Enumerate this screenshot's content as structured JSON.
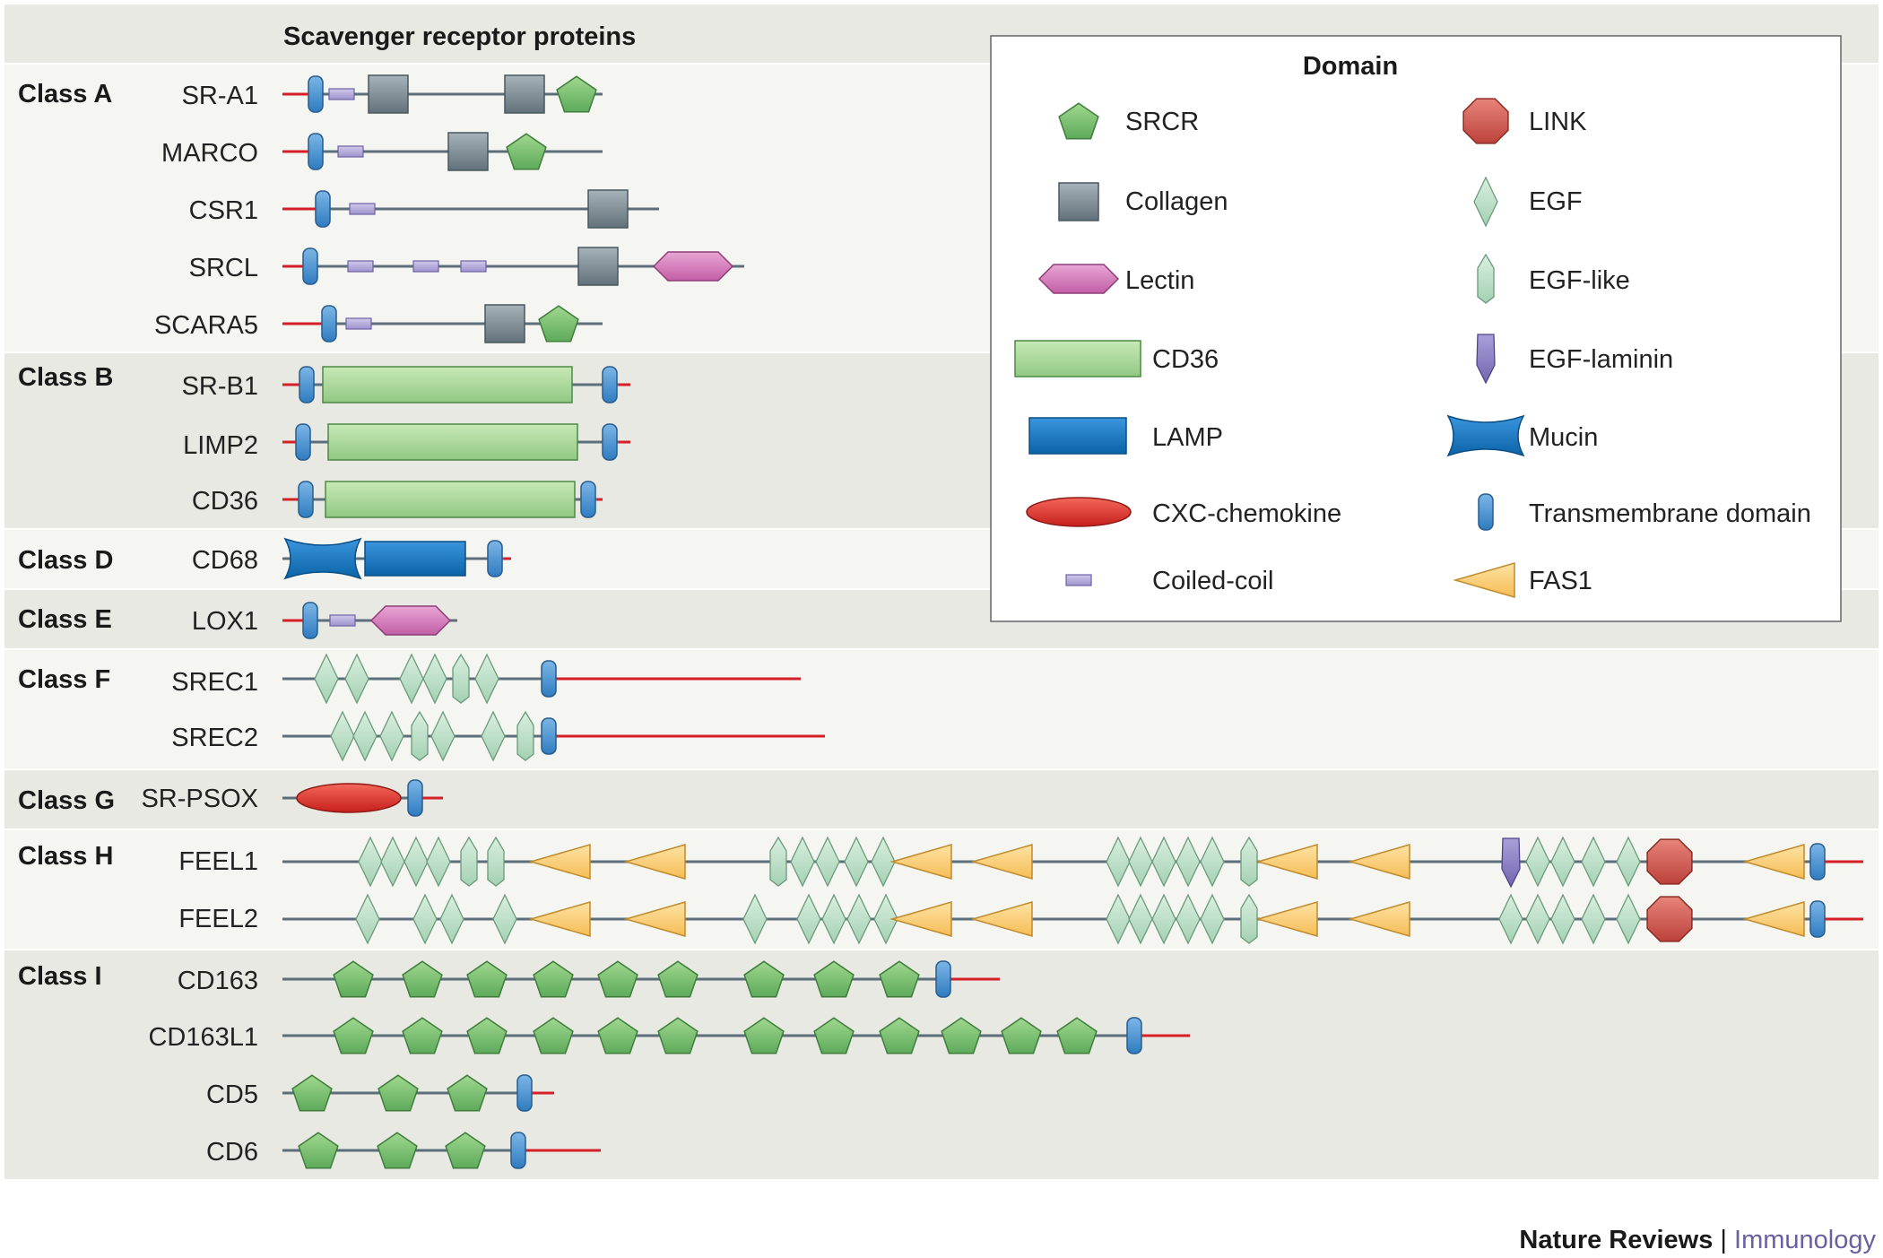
{
  "title": "Scavenger receptor proteins",
  "legend": {
    "title": "Domain",
    "items": [
      {
        "key": "SRCR",
        "label": "SRCR"
      },
      {
        "key": "Collagen",
        "label": "Collagen"
      },
      {
        "key": "Lectin",
        "label": "Lectin"
      },
      {
        "key": "CD36",
        "label": "CD36"
      },
      {
        "key": "LAMP",
        "label": "LAMP"
      },
      {
        "key": "CXC",
        "label": "CXC-chemokine"
      },
      {
        "key": "Coil",
        "label": "Coiled-coil"
      },
      {
        "key": "LINK",
        "label": "LINK"
      },
      {
        "key": "EGF",
        "label": "EGF"
      },
      {
        "key": "EGFlike",
        "label": "EGF-like"
      },
      {
        "key": "EGFlam",
        "label": "EGF-laminin"
      },
      {
        "key": "Mucin",
        "label": "Mucin"
      },
      {
        "key": "TM",
        "label": "Transmembrane domain"
      },
      {
        "key": "FAS1",
        "label": "FAS1"
      }
    ]
  },
  "colors": {
    "SRCR": "#7fc47a",
    "Collagen": "#7f8e96",
    "Lectin": "#d37db8",
    "CD36": "#a9d79a",
    "LAMP": "#1977c0",
    "Mucin": "#1977c0",
    "CXC": "#e0342a",
    "Coil": "#b7aedb",
    "LINK": "#d35a50",
    "EGF": "#bfe0c8",
    "EGFlam": "#8f83c4",
    "TM": "#4f97d4",
    "FAS1": "#fbd27e",
    "cytoplasmic": "#d42027",
    "backbone": "#5c6e7a",
    "bandA": "#e9e9e4",
    "bandB": "#f5f5f2"
  },
  "classes": [
    {
      "name": "Class A",
      "proteins": [
        {
          "name": "SR-A1",
          "domains": [
            "TM",
            "Coil",
            "Collagen",
            "Collagen",
            "SRCR"
          ]
        },
        {
          "name": "MARCO",
          "domains": [
            "TM",
            "Coil",
            "Collagen",
            "SRCR"
          ]
        },
        {
          "name": "CSR1",
          "domains": [
            "TM",
            "Coil",
            "Collagen"
          ]
        },
        {
          "name": "SRCL",
          "domains": [
            "TM",
            "Coil",
            "Coil",
            "Coil",
            "Collagen",
            "Lectin"
          ]
        },
        {
          "name": "SCARA5",
          "domains": [
            "TM",
            "Coil",
            "Collagen",
            "SRCR"
          ]
        }
      ]
    },
    {
      "name": "Class B",
      "proteins": [
        {
          "name": "SR-B1",
          "domains": [
            "TM",
            "CD36",
            "TM"
          ]
        },
        {
          "name": "LIMP2",
          "domains": [
            "TM",
            "CD36",
            "TM"
          ]
        },
        {
          "name": "CD36",
          "domains": [
            "TM",
            "CD36",
            "TM"
          ]
        }
      ]
    },
    {
      "name": "Class D",
      "proteins": [
        {
          "name": "CD68",
          "domains": [
            "Mucin",
            "LAMP",
            "TM"
          ]
        }
      ]
    },
    {
      "name": "Class E",
      "proteins": [
        {
          "name": "LOX1",
          "domains": [
            "TM",
            "Coil",
            "Lectin"
          ]
        }
      ]
    },
    {
      "name": "Class F",
      "proteins": [
        {
          "name": "SREC1",
          "domains": [
            "EGF",
            "EGF",
            "EGF",
            "EGF",
            "EGFlike",
            "EGF",
            "TM"
          ]
        },
        {
          "name": "SREC2",
          "domains": [
            "EGF",
            "EGF",
            "EGF",
            "EGFlike",
            "EGF",
            "EGF",
            "EGFlike",
            "TM"
          ]
        }
      ]
    },
    {
      "name": "Class G",
      "proteins": [
        {
          "name": "SR-PSOX",
          "domains": [
            "CXC",
            "TM"
          ]
        }
      ]
    },
    {
      "name": "Class H",
      "proteins": [
        {
          "name": "FEEL1",
          "domains": [
            "EGF",
            "EGF",
            "EGF",
            "EGF",
            "EGFlike",
            "EGFlike",
            "FAS1",
            "FAS1",
            "EGFlike",
            "EGF",
            "EGF",
            "EGF",
            "EGF",
            "FAS1",
            "FAS1",
            "EGF",
            "EGF",
            "EGF",
            "EGF",
            "EGF",
            "EGFlike",
            "FAS1",
            "FAS1",
            "EGFlam",
            "EGF",
            "EGF",
            "EGF",
            "EGF",
            "LINK",
            "FAS1",
            "TM"
          ]
        },
        {
          "name": "FEEL2",
          "domains": [
            "EGF",
            "EGF",
            "EGF",
            "EGF",
            "FAS1",
            "FAS1",
            "EGF",
            "EGF",
            "EGF",
            "EGF",
            "EGF",
            "FAS1",
            "FAS1",
            "EGF",
            "EGF",
            "EGF",
            "EGF",
            "EGF",
            "EGFlike",
            "FAS1",
            "FAS1",
            "EGF",
            "EGF",
            "EGF",
            "EGF",
            "EGF",
            "LINK",
            "FAS1",
            "TM"
          ]
        }
      ]
    },
    {
      "name": "Class I",
      "proteins": [
        {
          "name": "CD163",
          "domains": [
            "SRCR",
            "SRCR",
            "SRCR",
            "SRCR",
            "SRCR",
            "SRCR",
            "SRCR",
            "SRCR",
            "SRCR",
            "TM"
          ]
        },
        {
          "name": "CD163L1",
          "domains": [
            "SRCR",
            "SRCR",
            "SRCR",
            "SRCR",
            "SRCR",
            "SRCR",
            "SRCR",
            "SRCR",
            "SRCR",
            "SRCR",
            "SRCR",
            "SRCR",
            "TM"
          ]
        },
        {
          "name": "CD5",
          "domains": [
            "SRCR",
            "SRCR",
            "SRCR",
            "TM"
          ]
        },
        {
          "name": "CD6",
          "domains": [
            "SRCR",
            "SRCR",
            "SRCR",
            "TM"
          ]
        }
      ]
    }
  ],
  "branding": {
    "journal": "Nature Reviews",
    "separator": " | ",
    "section": "Immunology"
  }
}
